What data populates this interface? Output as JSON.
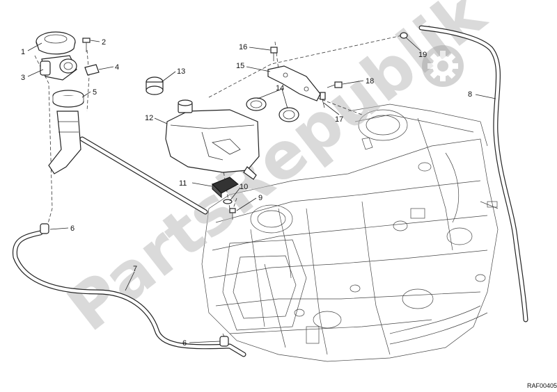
{
  "diagram": {
    "reference_code": "RAF00405",
    "watermark_text": "PartsRepublik",
    "watermark_icon": "gear-icon",
    "callouts": [
      {
        "id": "c1",
        "label": "1"
      },
      {
        "id": "c2",
        "label": "2"
      },
      {
        "id": "c3",
        "label": "3"
      },
      {
        "id": "c4",
        "label": "4"
      },
      {
        "id": "c5",
        "label": "5"
      },
      {
        "id": "c6a",
        "label": "6"
      },
      {
        "id": "c6b",
        "label": "6"
      },
      {
        "id": "c7",
        "label": "7"
      },
      {
        "id": "c8",
        "label": "8"
      },
      {
        "id": "c9",
        "label": "9"
      },
      {
        "id": "c10",
        "label": "10"
      },
      {
        "id": "c11",
        "label": "11"
      },
      {
        "id": "c12",
        "label": "12"
      },
      {
        "id": "c13",
        "label": "13"
      },
      {
        "id": "c14",
        "label": "14"
      },
      {
        "id": "c15",
        "label": "15"
      },
      {
        "id": "c16",
        "label": "16"
      },
      {
        "id": "c17",
        "label": "17"
      },
      {
        "id": "c18",
        "label": "18"
      },
      {
        "id": "c19",
        "label": "19"
      }
    ]
  }
}
